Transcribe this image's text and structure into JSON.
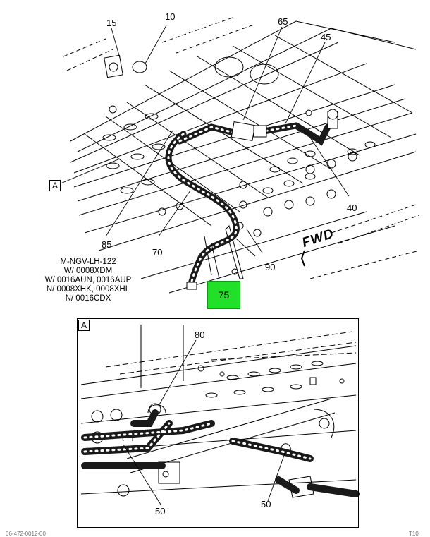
{
  "callouts": {
    "c15": "15",
    "c10": "10",
    "c65": "65",
    "c45": "45",
    "c40": "40",
    "c85": "85",
    "c70": "70",
    "c90": "90",
    "c75": "75",
    "c80": "80",
    "c50_left": "50",
    "c50_right": "50"
  },
  "detail_ref": {
    "main_label": "A",
    "detail_label": "A"
  },
  "direction_label": "FWD",
  "notes": [
    "M-NGV-LH-122",
    "W/ 0008XDM",
    "W/ 0016AUN, 0016AUP",
    "N/ 0008XHK, 0008XHL",
    "N/ 0016CDX"
  ],
  "footer": {
    "left": "06-472-0012-00",
    "right": "T10"
  },
  "colors": {
    "highlight": "#22e02a",
    "line": "#000000",
    "hose": "#1a1a1a"
  }
}
